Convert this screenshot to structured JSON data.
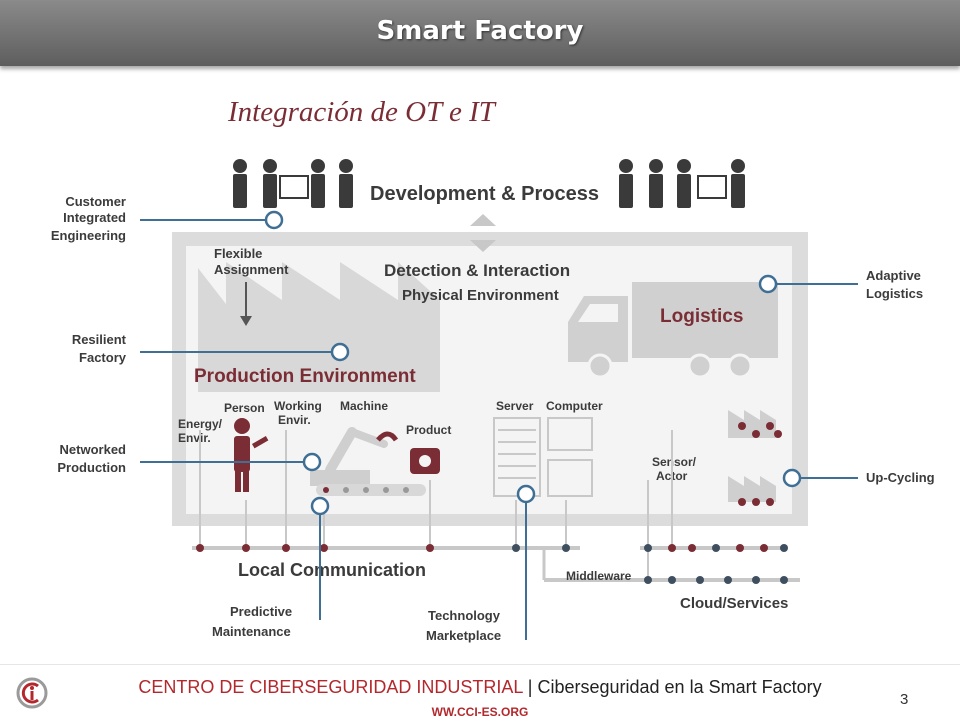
{
  "header": {
    "title": "Smart Factory"
  },
  "subtitle": "Integración de OT e IT",
  "diagram": {
    "top_labels": {
      "development": "Development & Process",
      "detection": "Detection & Interaction",
      "physical": "Physical Environment"
    },
    "labels": {
      "flexible": "Flexible",
      "assignment": "Assignment",
      "logistics": "Logistics",
      "production": "Production Environment",
      "person": "Person",
      "working": "Working",
      "envir": "Envir.",
      "machine": "Machine",
      "product": "Product",
      "energy": "Energy/",
      "energy_envir": "Envir.",
      "server": "Server",
      "computer": "Computer",
      "sensor": "Sensor/",
      "actor": "Actor",
      "local_comm": "Local Communication",
      "middleware": "Middleware",
      "cloud": "Cloud/Services"
    },
    "left_callouts": {
      "customer1": "Customer",
      "customer2": "Integrated",
      "customer3": "Engineering",
      "resilient1": "Resilient",
      "resilient2": "Factory",
      "networked1": "Networked",
      "networked2": "Production"
    },
    "right_callouts": {
      "adaptive1": "Adaptive",
      "adaptive2": "Logistics",
      "upcycling": "Up-Cycling"
    },
    "bottom_callouts": {
      "predictive1": "Predictive",
      "predictive2": "Maintenance",
      "tech1": "Technology",
      "tech2": "Marketplace"
    },
    "colors": {
      "accent": "#7b2d35",
      "panel": "#dcdcdc",
      "frame": "#c8c8c8",
      "line": "#3f6f94",
      "text": "#3b3b3b"
    }
  },
  "footer": {
    "org": "CENTRO DE CIBERSEGURIDAD INDUSTRIAL",
    "separator": " | ",
    "topic": "Ciberseguridad en la Smart Factory",
    "url": "WW.CCI-ES.ORG",
    "page": "3",
    "logo_icon": "cci-logo-icon"
  }
}
